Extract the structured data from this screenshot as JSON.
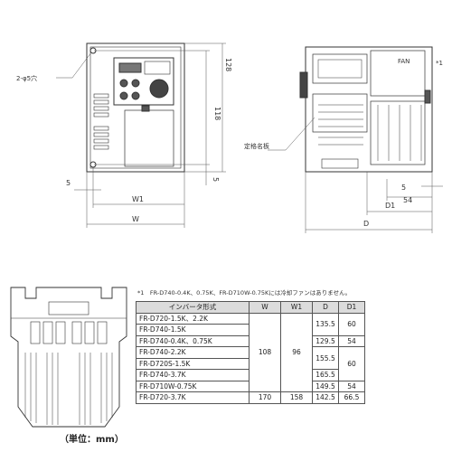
{
  "front_view": {
    "hole_label": "2-φ5穴",
    "dim_height_outer": "128",
    "dim_height_inner": "118",
    "dim_bottom": "5",
    "dim_left": "5",
    "dim_w1": "W1",
    "dim_w": "W"
  },
  "side_view": {
    "fan_label": "FAN",
    "fan_note": "*1",
    "nameplate_label": "定格名板",
    "dim_5": "5",
    "dim_54": "54",
    "dim_d1": "D1",
    "dim_d": "D"
  },
  "footnote": "*1　FR-D740-0.4K、0.75K、FR-D710W-0.75Kには冷却ファンはありません。",
  "table": {
    "headers": [
      "インバータ形式",
      "W",
      "W1",
      "D",
      "D1"
    ],
    "rows": [
      {
        "model": "FR-D720-1.5K、2.2K",
        "d": "135.5",
        "d1": "60"
      },
      {
        "model": "FR-D740-1.5K",
        "d": "",
        "d1": ""
      },
      {
        "model": "FR-D740-0.4K、0.75K",
        "d": "129.5",
        "d1": "54"
      },
      {
        "model": "FR-D740-2.2K",
        "d": "155.5",
        "d1": "60"
      },
      {
        "model": "FR-D720S-1.5K",
        "d": "",
        "d1": ""
      },
      {
        "model": "FR-D740-3.7K",
        "d": "165.5",
        "d1": ""
      },
      {
        "model": "FR-D710W-0.75K",
        "d": "149.5",
        "d1": "54"
      },
      {
        "model": "FR-D720-3.7K",
        "w": "170",
        "w1": "158",
        "d": "142.5",
        "d1": "66.5"
      }
    ],
    "merged_w": "108",
    "merged_w1": "96"
  },
  "unit_label": "（単位：mm）"
}
